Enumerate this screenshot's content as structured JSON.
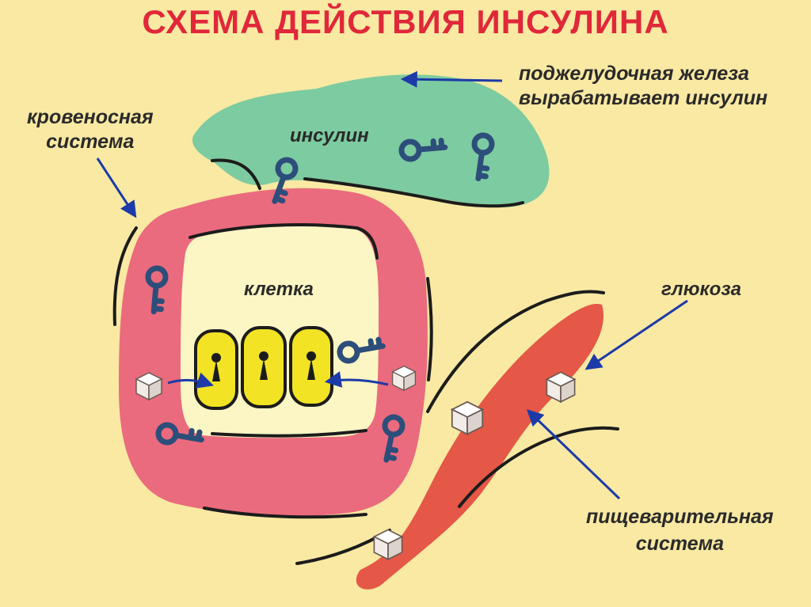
{
  "title": "СХЕМА ДЕЙСТВИЯ ИНСУЛИНА",
  "labels": {
    "pancreas_line1": "поджелудочная железа",
    "pancreas_line2": "вырабатывает инсулин",
    "blood_line1": "кровеносная",
    "blood_line2": "система",
    "insulin": "инсулин",
    "cell": "клетка",
    "glucose": "глюкоза",
    "digestive_line1": "пищеварительная",
    "digestive_line2": "система"
  },
  "colors": {
    "title": "#e0283a",
    "background": "#f9e9a3",
    "pancreas": "#6fc8a0",
    "blood_system": "#e8607a",
    "cell": "#fcf6c4",
    "locks": "#f2e324",
    "keys": "#2d4e7a",
    "digestive_tract": "#e2473c",
    "glucose_cube": "#ffffff",
    "arrows": "#1c3aa8"
  },
  "icons": [
    "key-icon",
    "lock-icon",
    "sugar-cube-icon",
    "arrow-icon"
  ]
}
